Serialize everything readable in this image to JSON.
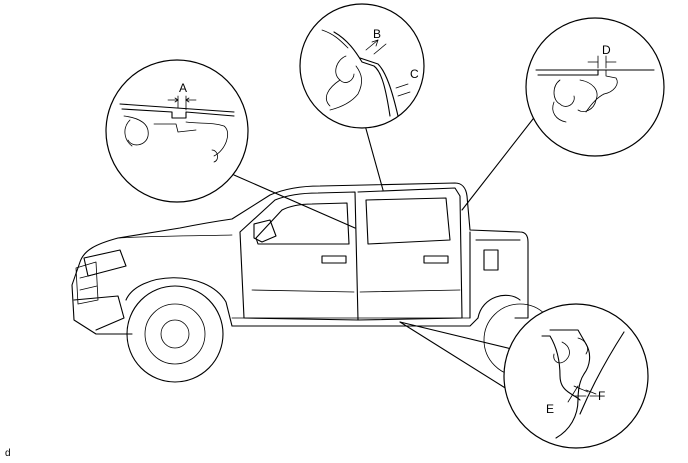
{
  "labels": {
    "a": "A",
    "b": "B",
    "c": "C",
    "d": "D",
    "e": "E",
    "f": "F"
  },
  "figure_ref": "d"
}
